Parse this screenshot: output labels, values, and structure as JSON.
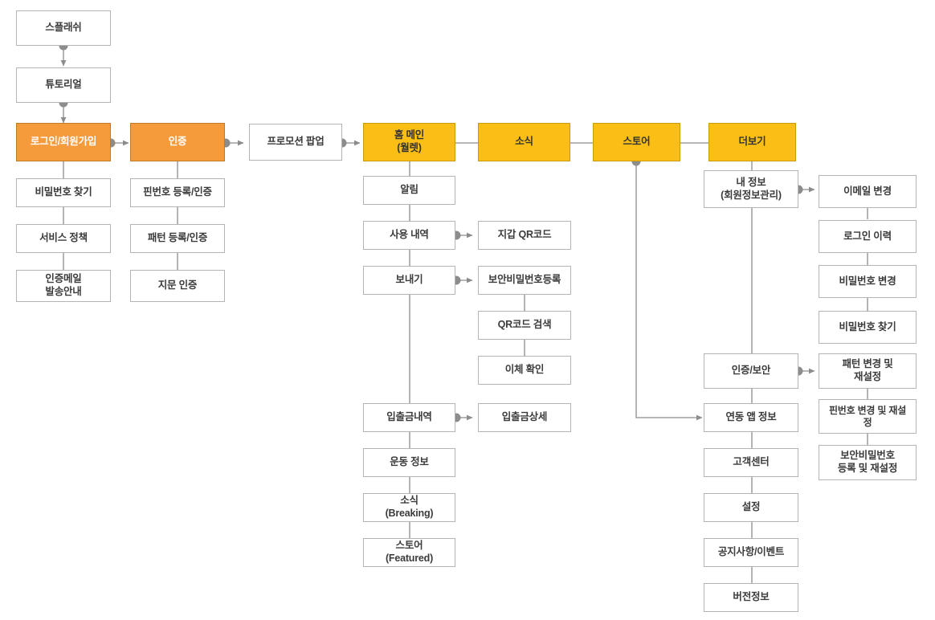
{
  "diagram": {
    "title": "App Service Flow / Sitemap",
    "colors": {
      "orange": "#F59B3C",
      "yellow": "#FABE14",
      "box_border": "#B4B4B4",
      "line": "#8C8C8C",
      "text": "#333333",
      "white_text": "#FFFFFF"
    },
    "nodes": {
      "splash": "스플래쉬",
      "tutorial": "튜토리얼",
      "login": "로그인/회원가입",
      "auth": "인증",
      "promo_popup": "프로모션 팝업",
      "home_main": "홈 메인\n(월렛)",
      "news": "소식",
      "store": "스토어",
      "more": "더보기",
      "find_password": "비밀번호 찾기",
      "service_policy": "서비스 정책",
      "auth_mail_notice": "인증메일\n발송안내",
      "pin_register": "핀번호 등록/인증",
      "pattern_register": "패턴 등록/인증",
      "fingerprint_auth": "지문 인증",
      "notification": "알림",
      "usage_history": "사용 내역",
      "send": "보내기",
      "deposit_history": "입출금내역",
      "exercise_info": "운동 정보",
      "news_breaking": "소식\n(Breaking)",
      "store_featured": "스토어\n(Featured)",
      "wallet_qr": "지갑 QR코드",
      "security_password_register": "보안비밀번호등록",
      "qr_search": "QR코드 검색",
      "transfer_confirm": "이체 확인",
      "deposit_detail": "입출금상세",
      "my_info": "내 정보\n(회원정보관리)",
      "auth_security": "인증/보안",
      "linked_app_info": "연동 앱 정보",
      "customer_center": "고객센터",
      "settings": "설정",
      "notice_event": "공지사항/이벤트",
      "version_info": "버전정보",
      "change_email": "이메일 변경",
      "login_history": "로그인 이력",
      "change_password": "비밀번호 변경",
      "find_password2": "비밀번호 찾기",
      "pattern_change_reset": "패턴 변경 및\n재설정",
      "pin_change_reset": "핀번호 변경 및 재설\n정",
      "security_password_reset": "보안비밀번호\n등록 및 재설정"
    }
  }
}
